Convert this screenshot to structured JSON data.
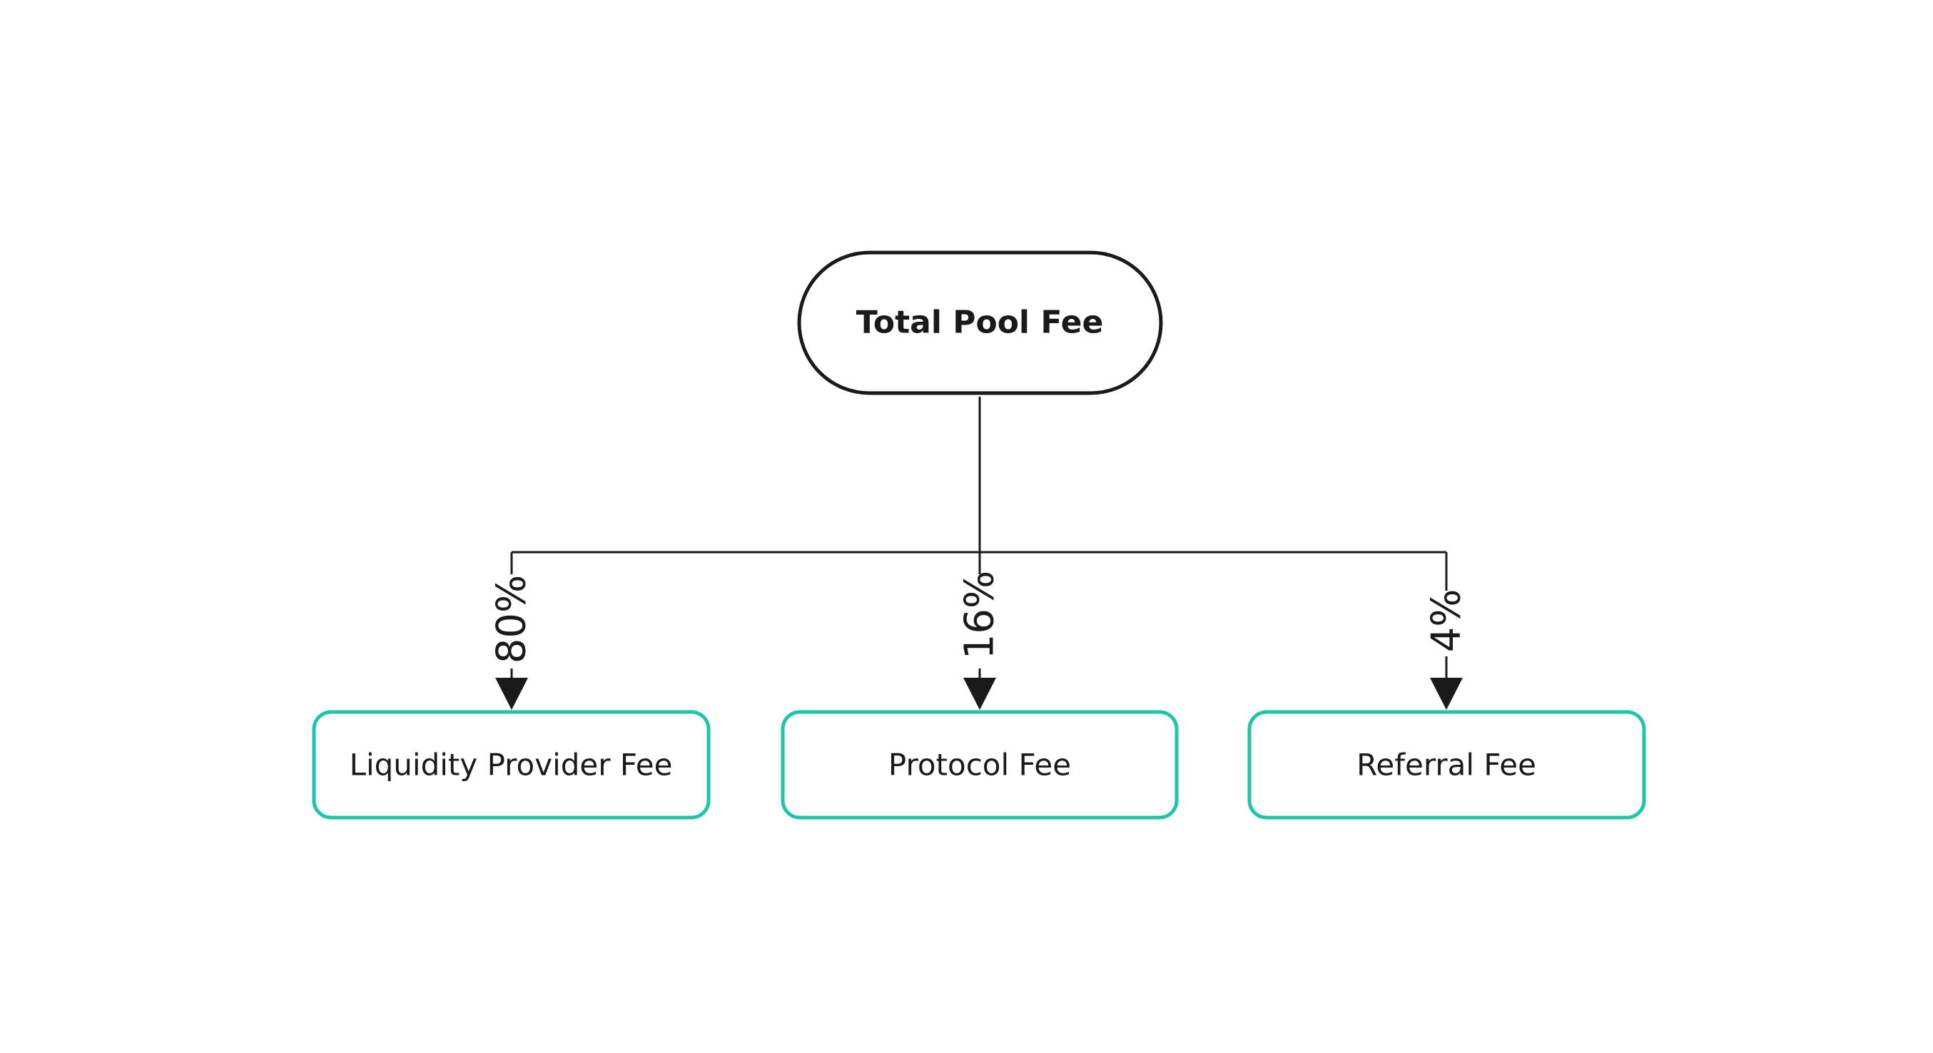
{
  "diagram": {
    "root": {
      "label": "Total Pool Fee"
    },
    "children": [
      {
        "label": "Liquidity Provider Fee",
        "share": "80%"
      },
      {
        "label": "Protocol Fee",
        "share": "16%"
      },
      {
        "label": "Referral Fee",
        "share": "4%"
      }
    ],
    "colors": {
      "root_border": "#1a1a1a",
      "child_border": "#1ec6a5",
      "line": "#1a1a1a",
      "text": "#1a1a1a",
      "background": "#ffffff"
    }
  }
}
